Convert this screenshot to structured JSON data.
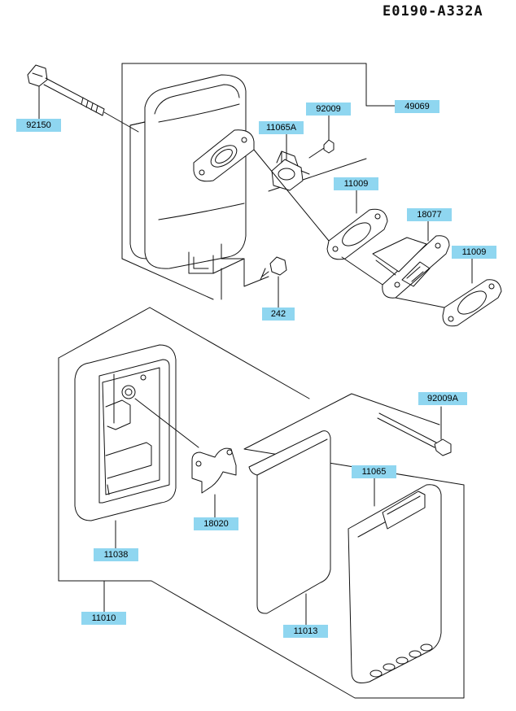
{
  "drawing_code": "E0190-A332A",
  "callouts": {
    "p92150": "92150",
    "p92009": "92009",
    "p49069": "49069",
    "p11065A": "11065A",
    "p11009a": "11009",
    "p18077": "18077",
    "p11009b": "11009",
    "p242": "242",
    "p92009A": "92009A",
    "p11065": "11065",
    "p18020": "18020",
    "p11038": "11038",
    "p11010": "11010",
    "p11013": "11013"
  },
  "colors": {
    "callout_fill": "#8fd6f0",
    "line": "#111111"
  }
}
